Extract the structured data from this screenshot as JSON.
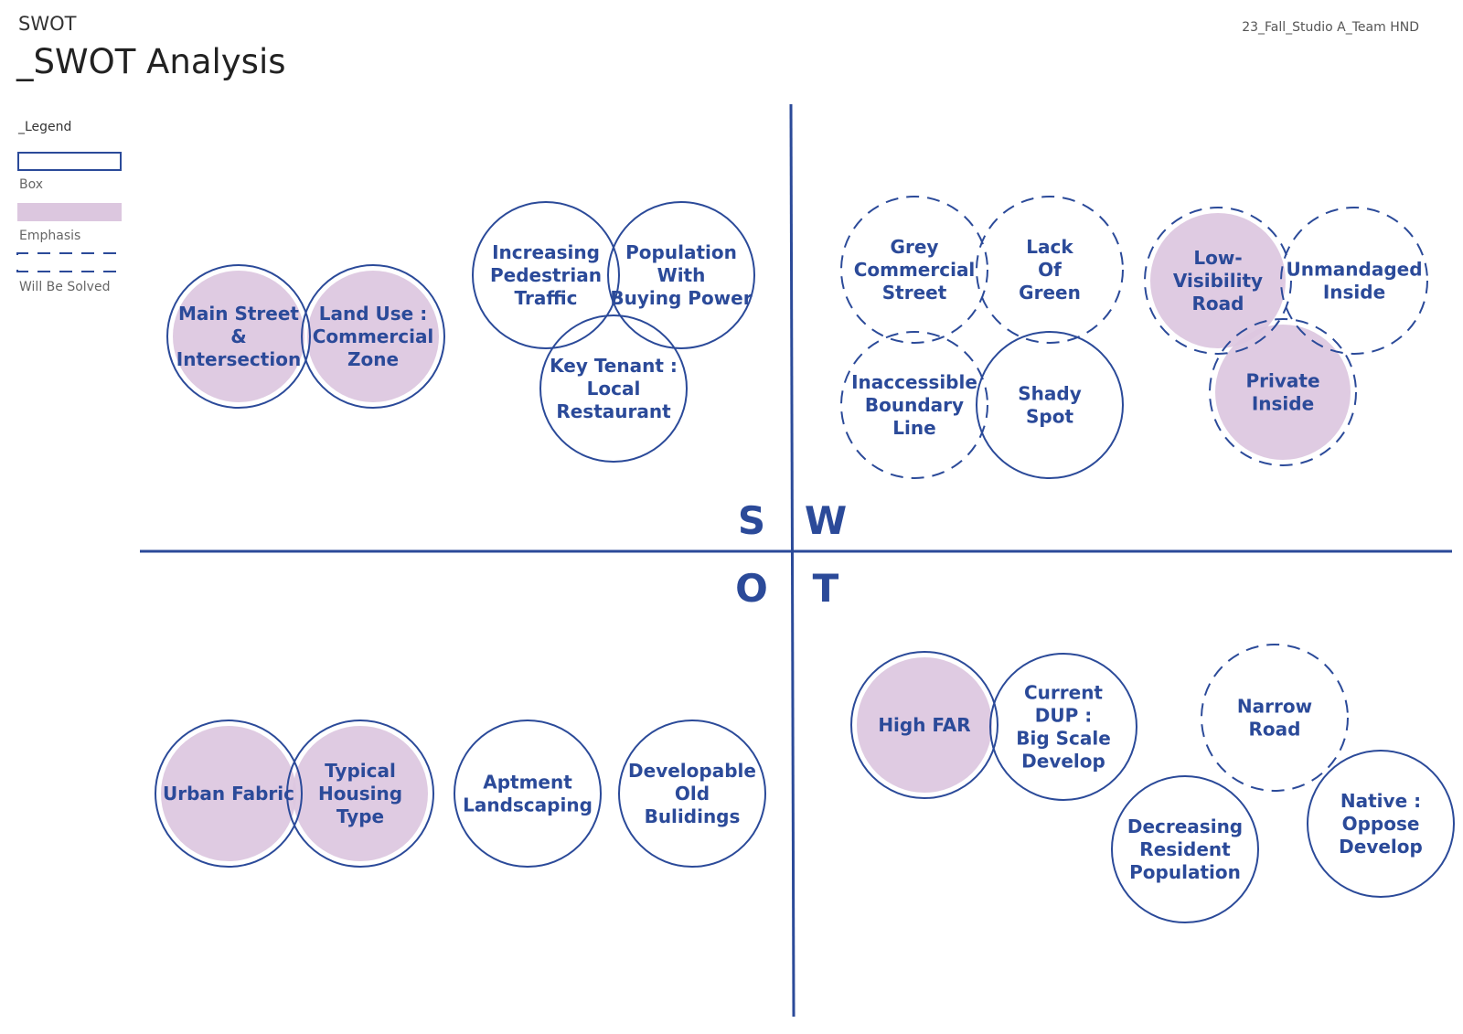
{
  "header": {
    "small_title": "SWOT",
    "main_title": "_SWOT Analysis",
    "project": "23_Fall_Studio A_Team HND"
  },
  "legend": {
    "title": "_Legend",
    "items": [
      {
        "type": "box",
        "label": "Box"
      },
      {
        "type": "emphasis",
        "label": "Emphasis"
      },
      {
        "type": "dashed",
        "label": "Will Be Solved"
      }
    ]
  },
  "colors": {
    "line": "#2b4a99",
    "text": "#2b4a99",
    "emphasis_fill": "#dcc7df"
  },
  "quadrant_letters": [
    "S",
    "W",
    "O",
    "T"
  ],
  "quadrants": {
    "strengths": [
      {
        "id": "main-street-intersection",
        "text": [
          "Main Street",
          "&",
          "Intersection"
        ],
        "emphasis": true,
        "dashed": false
      },
      {
        "id": "land-use-commercial-zone",
        "text": [
          "Land Use :",
          "Commercial",
          "Zone"
        ],
        "emphasis": true,
        "dashed": false
      },
      {
        "id": "increasing-pedestrian-traffic",
        "text": [
          "Increasing",
          "Pedestrian",
          "Traffic"
        ],
        "emphasis": false,
        "dashed": false
      },
      {
        "id": "population-buying-power",
        "text": [
          "Population",
          "With",
          "Buying Power"
        ],
        "emphasis": false,
        "dashed": false
      },
      {
        "id": "key-tenant-local-restaurant",
        "text": [
          "Key Tenant :",
          "Local",
          "Restaurant"
        ],
        "emphasis": false,
        "dashed": false
      }
    ],
    "weaknesses": [
      {
        "id": "grey-commercial-street",
        "text": [
          "Grey",
          "Commercial",
          "Street"
        ],
        "emphasis": false,
        "dashed": true
      },
      {
        "id": "lack-of-green",
        "text": [
          "Lack",
          "Of",
          "Green"
        ],
        "emphasis": false,
        "dashed": true
      },
      {
        "id": "inaccessible-boundary-line",
        "text": [
          "Inaccessible",
          "Boundary",
          "Line"
        ],
        "emphasis": false,
        "dashed": true
      },
      {
        "id": "shady-spot",
        "text": [
          "Shady",
          "Spot"
        ],
        "emphasis": false,
        "dashed": false
      },
      {
        "id": "low-visibility-road",
        "text": [
          "Low-",
          "Visibility",
          "Road"
        ],
        "emphasis": true,
        "dashed": true
      },
      {
        "id": "unmandaged-inside",
        "text": [
          "Unmandaged",
          "Inside"
        ],
        "emphasis": false,
        "dashed": true
      },
      {
        "id": "private-inside",
        "text": [
          "Private",
          "Inside"
        ],
        "emphasis": true,
        "dashed": true
      }
    ],
    "opportunities": [
      {
        "id": "urban-fabric",
        "text": [
          "Urban Fabric"
        ],
        "emphasis": true,
        "dashed": false
      },
      {
        "id": "typical-housing-type",
        "text": [
          "Typical",
          "Housing",
          "Type"
        ],
        "emphasis": true,
        "dashed": false
      },
      {
        "id": "aptment-landscaping",
        "text": [
          "Aptment",
          "Landscaping"
        ],
        "emphasis": false,
        "dashed": false
      },
      {
        "id": "developable-old-bulidings",
        "text": [
          "Developable",
          "Old",
          "Bulidings"
        ],
        "emphasis": false,
        "dashed": false
      }
    ],
    "threats": [
      {
        "id": "high-far",
        "text": [
          "High FAR"
        ],
        "emphasis": true,
        "dashed": false
      },
      {
        "id": "current-dup-big-scale-develop",
        "text": [
          "Current",
          "DUP :",
          "Big Scale",
          "Develop"
        ],
        "emphasis": false,
        "dashed": false
      },
      {
        "id": "narrow-road",
        "text": [
          "Narrow",
          "Road"
        ],
        "emphasis": false,
        "dashed": true
      },
      {
        "id": "decreasing-resident-population",
        "text": [
          "Decreasing",
          "Resident",
          "Population"
        ],
        "emphasis": false,
        "dashed": false
      },
      {
        "id": "native-oppose-develop",
        "text": [
          "Native :",
          "Oppose",
          "Develop"
        ],
        "emphasis": false,
        "dashed": false
      }
    ]
  }
}
